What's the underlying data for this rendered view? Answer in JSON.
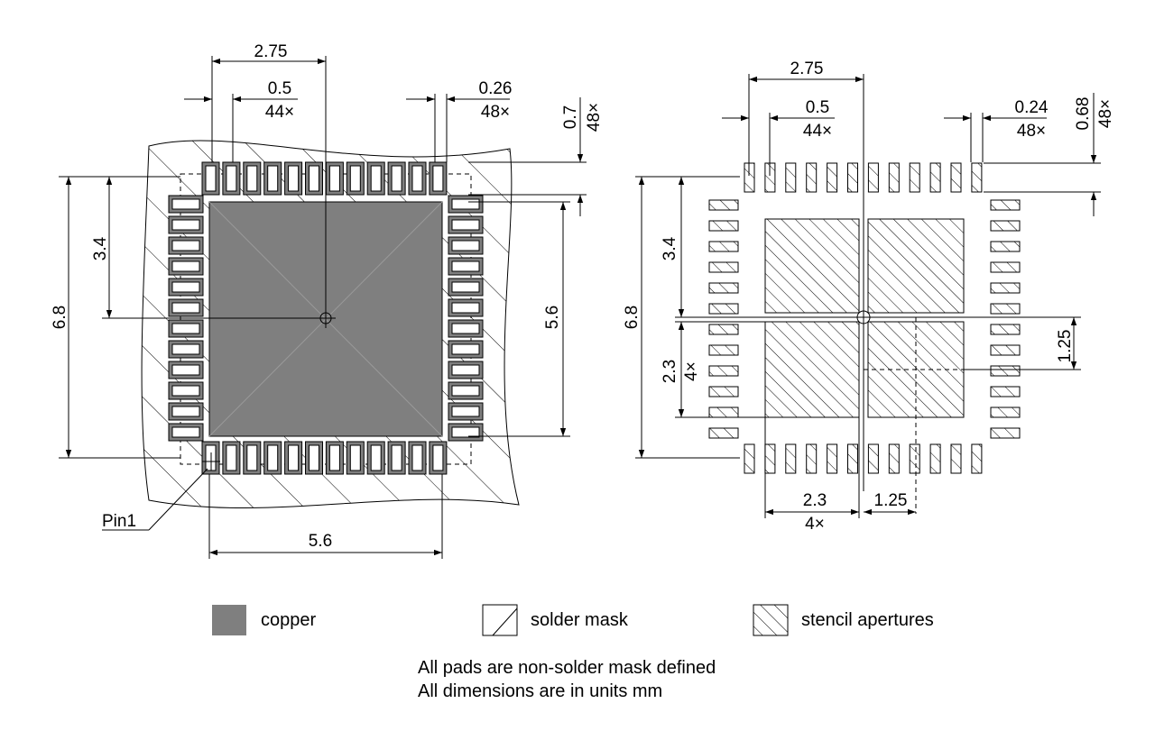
{
  "left_view": {
    "dimensions": {
      "top_span": "2.75",
      "pitch_value": "0.5",
      "pitch_count": "44×",
      "pad_width_value": "0.26",
      "pad_width_count": "48×",
      "pad_length_value": "0.7",
      "pad_length_count": "48×",
      "half_height": "3.4",
      "full_height": "6.8",
      "pad_span_vertical": "5.6",
      "pad_span_horizontal": "5.6"
    },
    "pin_label": "Pin1"
  },
  "right_view": {
    "dimensions": {
      "top_span": "2.75",
      "pitch_value": "0.5",
      "pitch_count": "44×",
      "pad_width_value": "0.24",
      "pad_width_count": "48×",
      "pad_length_value": "0.68",
      "pad_length_count": "48×",
      "half_height": "3.4",
      "full_height": "6.8",
      "aperture_height_value": "2.3",
      "aperture_height_count": "4×",
      "aperture_offset_vertical": "1.25",
      "aperture_width_value": "2.3",
      "aperture_width_count": "4×",
      "aperture_offset_horizontal": "1.25"
    }
  },
  "legend": {
    "copper": "copper",
    "solder_mask": "solder mask",
    "stencil": "stencil apertures"
  },
  "notes": {
    "line1": "All pads are non-solder mask defined",
    "line2": "All dimensions are in units mm"
  },
  "colors": {
    "copper": "#7f7f7f",
    "line": "#000000",
    "background": "#ffffff"
  }
}
